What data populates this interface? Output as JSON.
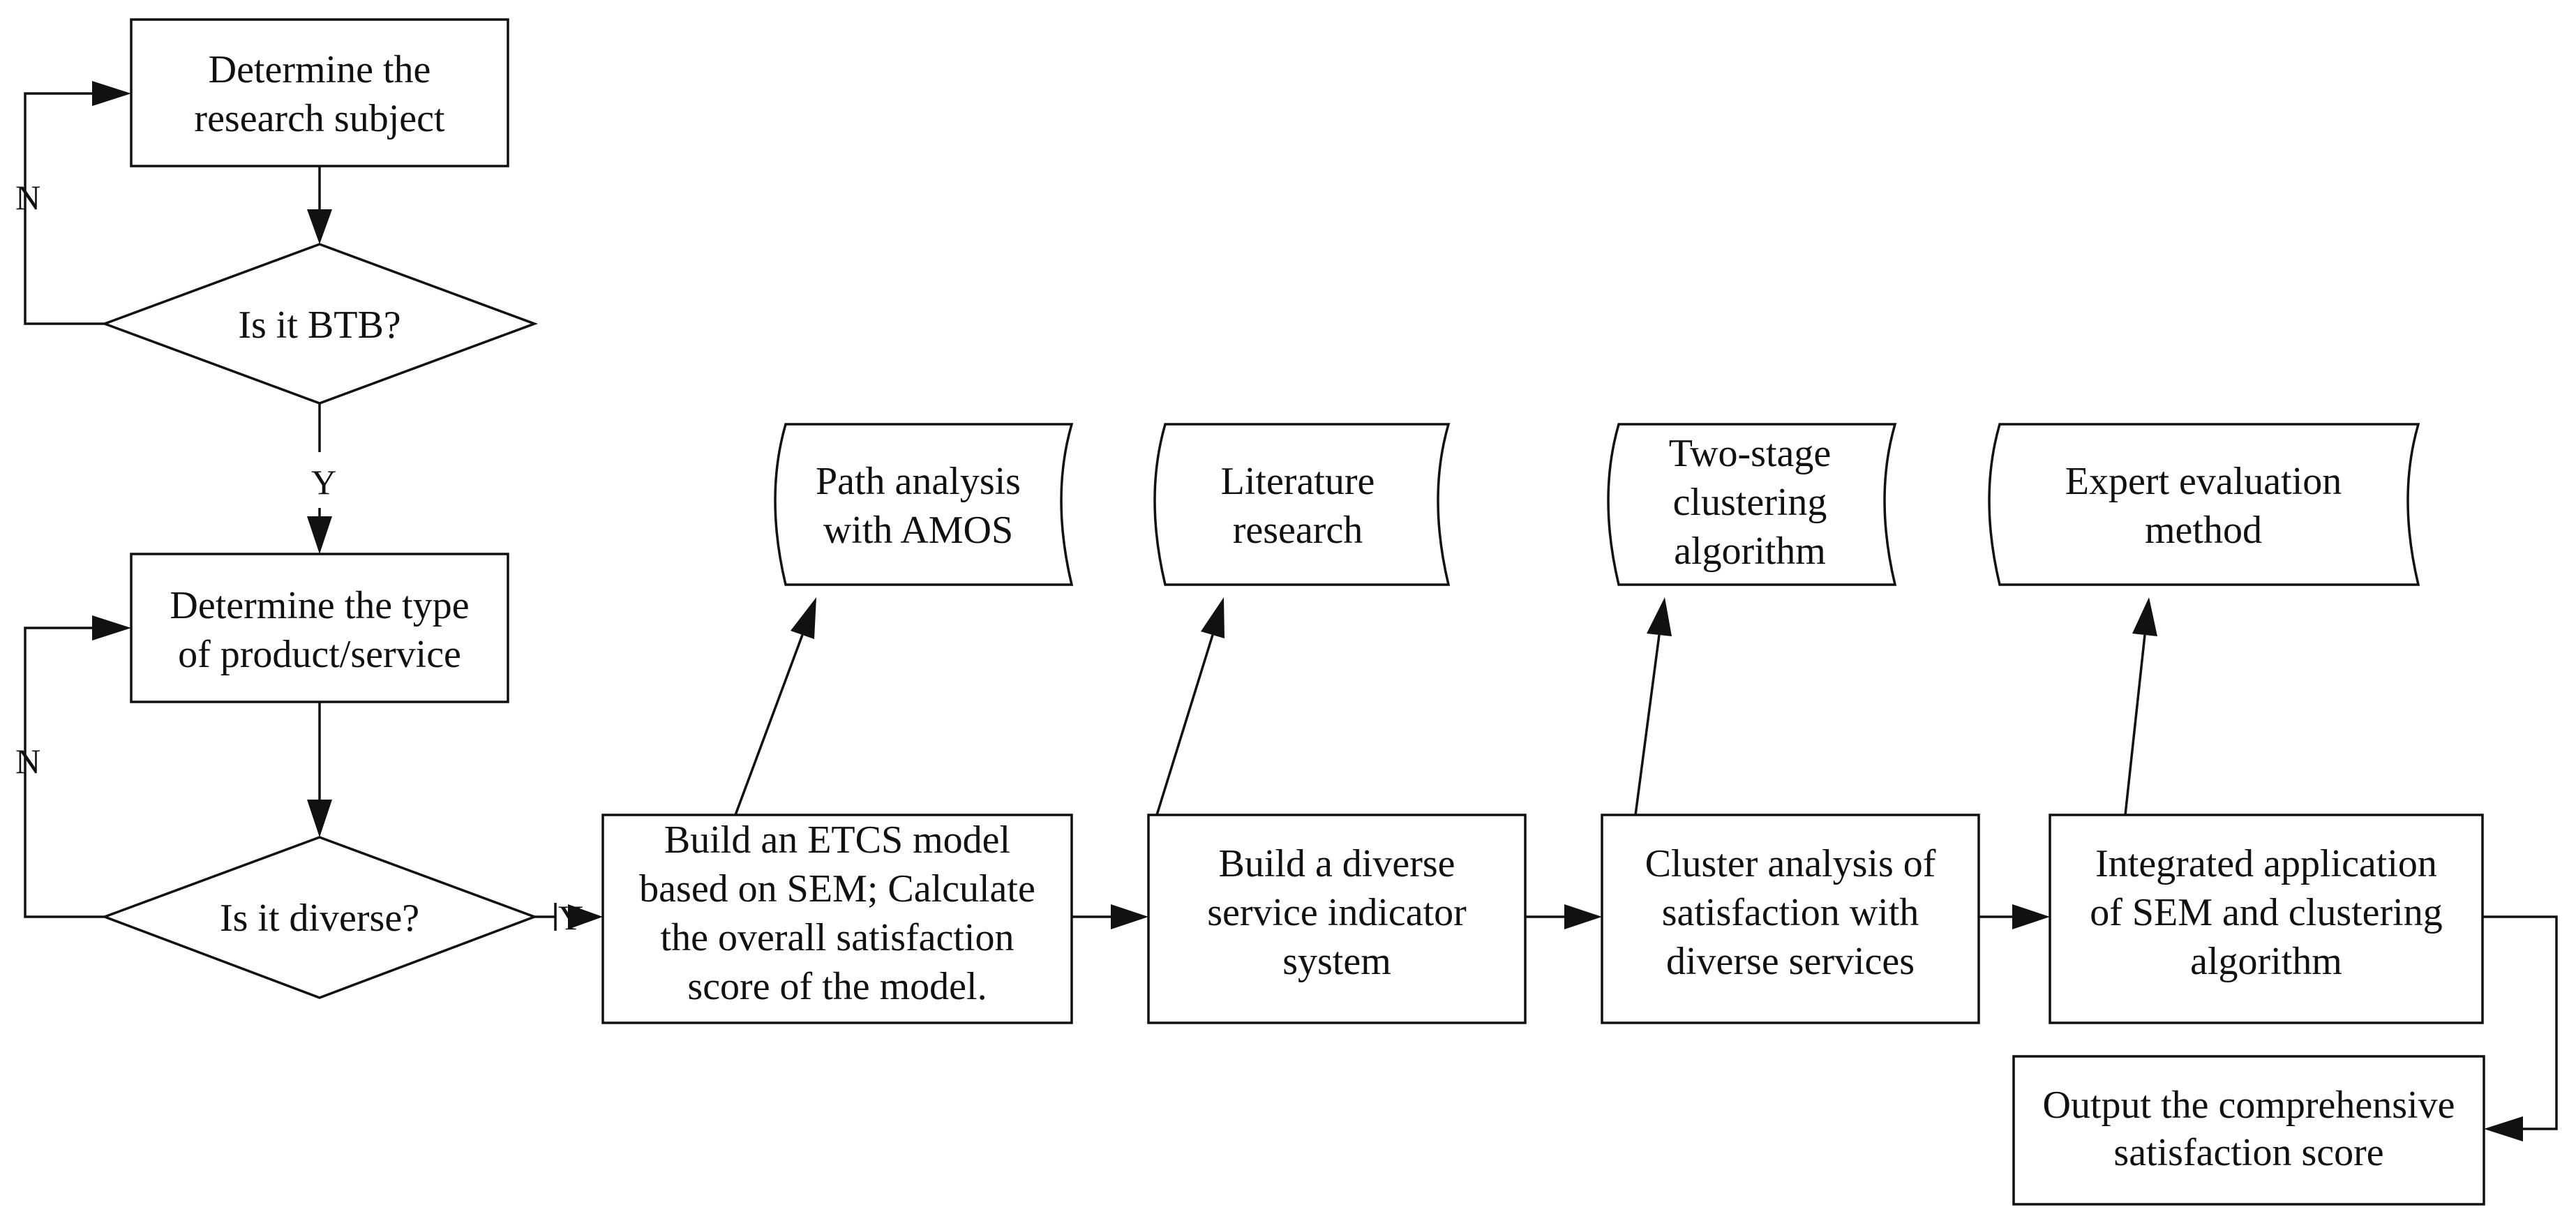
{
  "nodes": {
    "research_subject": [
      "Determine the",
      "research subject"
    ],
    "is_btb": [
      "Is it BTB?"
    ],
    "product_type": [
      "Determine the type",
      "of product/service"
    ],
    "is_diverse": [
      "Is it diverse?"
    ],
    "etcs_model": [
      "Build an ETCS model",
      "based on SEM; Calculate",
      "the overall satisfaction",
      "score of the model."
    ],
    "indicator_system": [
      "Build a diverse",
      "service indicator",
      "system"
    ],
    "cluster_analysis": [
      "Cluster analysis of",
      "satisfaction with",
      "diverse services"
    ],
    "integrated_application": [
      "Integrated application",
      "of SEM and clustering",
      "algorithm"
    ],
    "output_score": [
      "Output the comprehensive",
      "satisfaction score"
    ],
    "path_analysis": [
      "Path analysis",
      "with AMOS"
    ],
    "literature_research": [
      "Literature",
      "research"
    ],
    "two_stage_clustering": [
      "Two-stage",
      "clustering",
      "algorithm"
    ],
    "expert_evaluation": [
      "Expert evaluation",
      "method"
    ]
  },
  "edge_labels": {
    "btb_no": "N",
    "btb_yes": "Y",
    "diverse_no": "N",
    "diverse_yes": "Y"
  }
}
